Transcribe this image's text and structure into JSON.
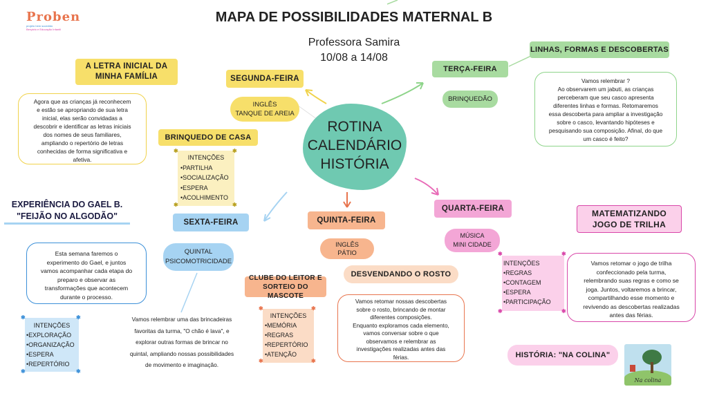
{
  "logo": {
    "name": "Proben",
    "tagline1": "projeto bem sucedido",
    "tagline2": "Berçário e Educação Infantil"
  },
  "header": {
    "title": "MAPA DE POSSIBILIDADES MATERNAL B",
    "teacher": "Professora Samira",
    "dates": "10/08 a 14/08"
  },
  "center": {
    "line1": "ROTINA",
    "line2": "CALENDÁRIO",
    "line3": "HISTÓRIA"
  },
  "days": {
    "segunda": {
      "label": "SEGUNDA-FEIRA",
      "item1": "INGLÊS",
      "item2": "TANQUE DE AREIA"
    },
    "terca": {
      "label": "TERÇA-FEIRA",
      "item1": "BRINQUEDÃO"
    },
    "quarta": {
      "label": "QUARTA-FEIRA",
      "item1": "MÚSICA",
      "item2": "MINI CIDADE"
    },
    "quinta": {
      "label": "QUINTA-FEIRA",
      "item1": "INGLÊS",
      "item2": "PÁTIO"
    },
    "sexta": {
      "label": "SEXTA-FEIRA",
      "item1": "QUINTAL",
      "item2": "PSICOMOTRICIDADE"
    }
  },
  "letra": {
    "title1": "A LETRA INICIAL DA",
    "title2": "MINHA FAMÍLIA",
    "text": [
      "Agora que as crianças já reconhecem",
      "e estão se apropriando de sua letra",
      "inicial, elas serão convidadas a",
      "descobrir e identificar as letras iniciais",
      "dos nomes de seus familiares,",
      "ampliando o repertório de letras",
      "conhecidas de forma significativa e",
      "afetiva."
    ]
  },
  "brinquedo": {
    "title": "BRINQUEDO DE CASA",
    "items": [
      "INTENÇÕES",
      "•PARTILHA",
      "•SOCIALIZAÇÃO",
      "•ESPERA",
      "•ACOLHIMENTO"
    ]
  },
  "gael": {
    "title1": "EXPERIÊNCIA DO GAEL B.",
    "title2": "\"FEIJÃO NO ALGODÃO\"",
    "text": [
      "Esta semana faremos o",
      "experimento do Gael, e juntos",
      "vamos acompanhar cada etapa do",
      "preparo e observar as",
      "transformações que acontecem",
      "durante o processo."
    ],
    "items": [
      "INTENÇÕES",
      "•EXPLORAÇÃO",
      "•ORGANIZAÇÃO",
      "•ESPERA",
      "•REPERTÓRIO"
    ]
  },
  "sexta_note": [
    "Vamos relembrar uma das brincadeiras",
    "favoritas da turma, \"O chão é lava\", e",
    "explorar outras formas de brincar no",
    "quintal, ampliando nossas possibilidades",
    "de movimento e imaginação."
  ],
  "clube": {
    "title1": "CLUBE DO LEITOR E",
    "title2": "SORTEIO DO MASCOTE",
    "items": [
      "INTENÇÕES",
      "•MEMÓRIA",
      "•REGRAS",
      "•REPERTÓRIO",
      "•ATENÇÃO"
    ]
  },
  "rosto": {
    "title": "DESVENDANDO O ROSTO",
    "text": [
      "Vamos retomar nossas descobertas",
      "sobre o rosto, brincando de montar",
      "diferentes composições.",
      "Enquanto exploramos cada elemento,",
      "vamos conversar sobre o que",
      "observamos e relembrar as",
      "investigações realizadas antes das",
      "férias."
    ]
  },
  "linhas": {
    "title": "LINHAS, FORMAS E DESCOBERTAS",
    "text": [
      "Vamos relembrar ?",
      "Ao observarem um jabuti, as crianças",
      "perceberam que seu casco apresenta",
      "diferentes linhas e formas. Retomaremos",
      "essa descoberta para ampliar a investigação",
      "sobre o casco, levantando hipóteses e",
      "pesquisando sua composição. Afinal, do que",
      "um casco é feito?"
    ]
  },
  "matematizando": {
    "title1": "MATEMATIZANDO",
    "title2": "JOGO DE TRILHA",
    "text": [
      "Vamos retomar o jogo de trilha",
      "confeccionado pela turma,",
      "relembrando suas regras e como se",
      "joga. Juntos, voltaremos a brincar,",
      "compartilhando esse momento e",
      "revivendo as descobertas realizadas",
      "antes das férias."
    ],
    "items": [
      "INTENÇÕES",
      "•REGRAS",
      "•CONTAGEM",
      "•ESPERA",
      "•PARTICIPAÇÃO"
    ]
  },
  "historia": {
    "label": "HISTÓRIA: \"NA COLINA\"",
    "book_title": "Na colina"
  },
  "colors": {
    "yellow": "#f7df6a",
    "green": "#a8dba0",
    "pink": "#f3a6d6",
    "orange": "#f7b58e",
    "blue": "#a6d3f2",
    "teal": "#5fc3a8"
  }
}
